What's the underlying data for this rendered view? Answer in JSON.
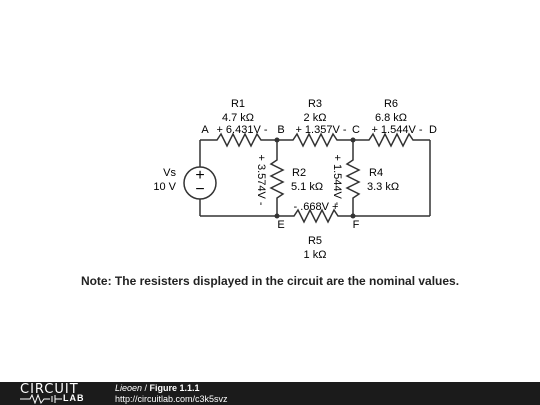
{
  "circuit": {
    "source": {
      "name": "Vs",
      "value": "10 V",
      "plus": "+",
      "minus": "−"
    },
    "resistors": {
      "r1": {
        "name": "R1",
        "value": "4.7 kΩ"
      },
      "r2": {
        "name": "R2",
        "value": "5.1 kΩ"
      },
      "r3": {
        "name": "R3",
        "value": "2 kΩ"
      },
      "r4": {
        "name": "R4",
        "value": "3.3 kΩ"
      },
      "r5": {
        "name": "R5",
        "value": "1 kΩ"
      },
      "r6": {
        "name": "R6",
        "value": "6.8 kΩ"
      }
    },
    "nodes": {
      "a": "A",
      "b": "B",
      "c": "C",
      "d": "D",
      "e": "E",
      "f": "F"
    },
    "voltages": {
      "r1": "+ 6.431V -",
      "r2": "+ 3.574V -",
      "r3": "+ 1.357V -",
      "r4": "+ 1.544V -",
      "r5": "- .668V +",
      "r6": "+ 1.544V -"
    }
  },
  "note": "Note: The resisters displayed in the circuit are the nominal values.",
  "footer": {
    "logo_top": "CIRCUIT",
    "logo_bottom": "LAB",
    "author": "Lieoen",
    "separator": " / ",
    "figure": "Figure 1.1.1",
    "url": "http://circuitlab.com/c3k5svz"
  },
  "colors": {
    "footer_bg": "#1b1b1b",
    "wire": "#333333"
  }
}
